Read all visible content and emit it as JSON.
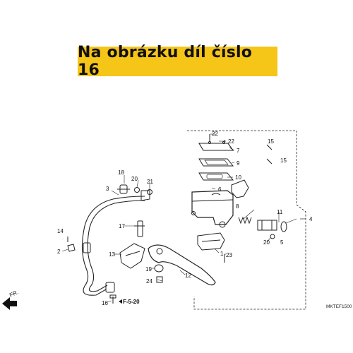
{
  "banner": {
    "text": "Na obrázku díl číslo 16"
  },
  "diagram": {
    "callouts": [
      {
        "id": "1",
        "label": "1"
      },
      {
        "id": "2",
        "label": "2"
      },
      {
        "id": "3",
        "label": "3"
      },
      {
        "id": "4",
        "label": "4"
      },
      {
        "id": "5",
        "label": "5"
      },
      {
        "id": "6",
        "label": "6"
      },
      {
        "id": "7",
        "label": "7"
      },
      {
        "id": "8",
        "label": "8"
      },
      {
        "id": "9",
        "label": "9"
      },
      {
        "id": "10",
        "label": "10"
      },
      {
        "id": "11",
        "label": "11"
      },
      {
        "id": "12",
        "label": "12"
      },
      {
        "id": "13",
        "label": "13"
      },
      {
        "id": "14",
        "label": "14"
      },
      {
        "id": "15a",
        "label": "15"
      },
      {
        "id": "15b",
        "label": "15"
      },
      {
        "id": "16",
        "label": "16"
      },
      {
        "id": "17",
        "label": "17"
      },
      {
        "id": "18",
        "label": "18"
      },
      {
        "id": "19",
        "label": "19"
      },
      {
        "id": "20a",
        "label": "20"
      },
      {
        "id": "20b",
        "label": "20"
      },
      {
        "id": "21",
        "label": "21"
      },
      {
        "id": "22a",
        "label": "22"
      },
      {
        "id": "22b",
        "label": "22"
      },
      {
        "id": "23",
        "label": "23"
      },
      {
        "id": "24",
        "label": "24"
      }
    ],
    "reference": "F-5-20",
    "direction": "FR.",
    "code": "MKTEF1500"
  }
}
